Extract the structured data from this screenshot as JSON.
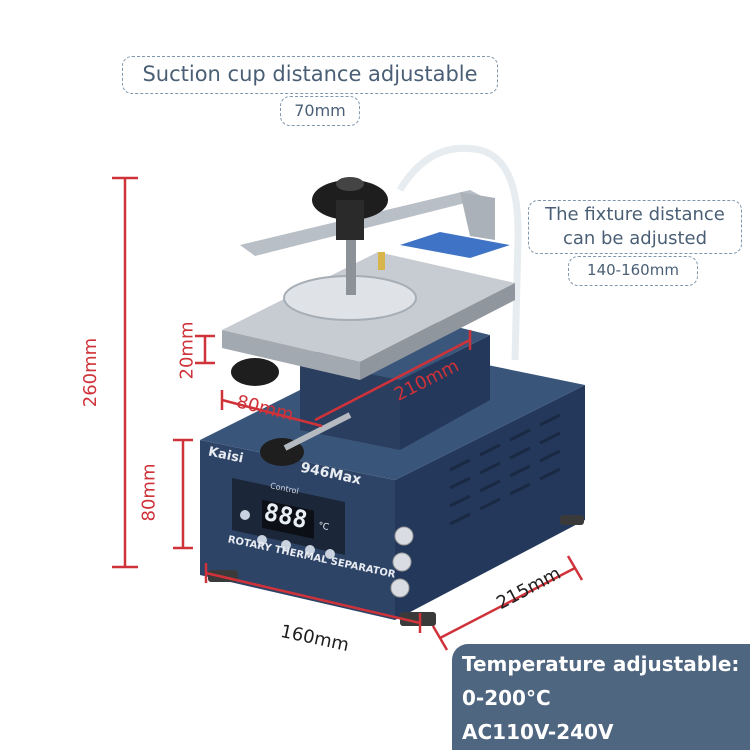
{
  "callouts": {
    "suction_title": "Suction cup distance adjustable",
    "suction_distance": "70mm",
    "fixture_line1": "The fixture distance",
    "fixture_line2": "can be adjusted",
    "fixture_range": "140-160mm"
  },
  "dimensions": {
    "total_height": "260mm",
    "lift_height": "20mm",
    "base_height": "80mm",
    "platform_width": "80mm",
    "platform_length": "210mm",
    "base_width": "160mm",
    "base_depth": "215mm"
  },
  "device": {
    "brand": "Kaisi",
    "model": "946Max",
    "label": "ROTARY THERMAL SEPARATOR",
    "control_label": "Control",
    "display": "888",
    "display_unit": "°C"
  },
  "specs": {
    "line1": "Temperature adjustable:",
    "line2": "0-200°C",
    "line3": "AC110V-240V"
  },
  "colors": {
    "dimension_red": "#d0323a",
    "callout_border": "#7f97ad",
    "panel_blue": "#4f6681",
    "body_navy": "#2b3f5e"
  }
}
